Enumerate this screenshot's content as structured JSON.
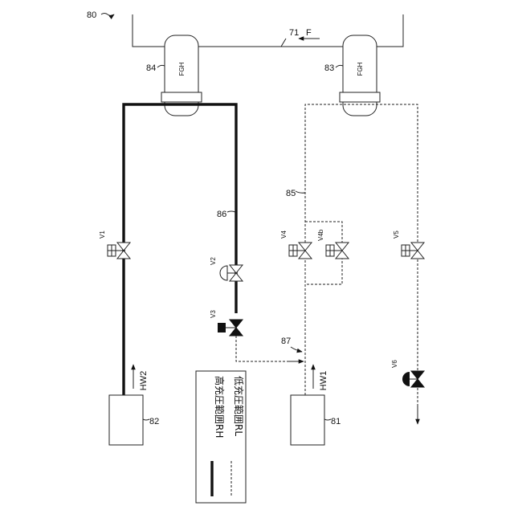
{
  "figure_number": "80",
  "legend": {
    "high_label": "高充圧範囲RH",
    "low_label": "低充圧範囲RL"
  },
  "refs": {
    "pipe_71": "71",
    "flow_F": "F",
    "fgh_84": "84",
    "fgh_83": "83",
    "pipe_85": "85",
    "pipe_86": "86",
    "pipe_87": "87",
    "tank_82": "82",
    "tank_81": "81",
    "hw1": "HW1",
    "hw2": "HW2",
    "v1": "V1",
    "v2": "V2",
    "v3": "V3",
    "v4": "V4",
    "v4b": "V4b",
    "v5": "V5",
    "v6": "V6"
  },
  "fgh_label": "FGH"
}
